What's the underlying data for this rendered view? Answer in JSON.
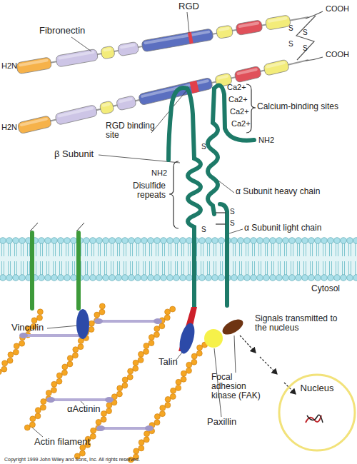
{
  "diagram": {
    "nodes": [
      {
        "text": [
          "Nucleus"
        ]
      }
    ],
    "labels": [
      "RGD",
      "Fibronectin",
      "COOH",
      "S",
      "S",
      "S",
      "S",
      "COOH",
      "H2N",
      "H2N",
      "Ca2+",
      "Ca2+",
      "Ca2+",
      "Ca2+",
      "Calcium-binding sites",
      "NH2",
      "RGD binding site",
      "β Subunit",
      "NH2",
      "S",
      "Disulfide repeats",
      "α Subunit heavy chain",
      "S",
      "S",
      "S",
      "α Subunit light chain",
      "Cytosol",
      "Vinculin",
      "Signals transmitted to the nucleus",
      "Talin",
      "Focal adhesion kinase (FAK)",
      "αActinin",
      "Paxillin",
      "Actin filament",
      "Copyright 1999 John Wiley and Sons, Inc. All rights reserved."
    ]
  }
}
